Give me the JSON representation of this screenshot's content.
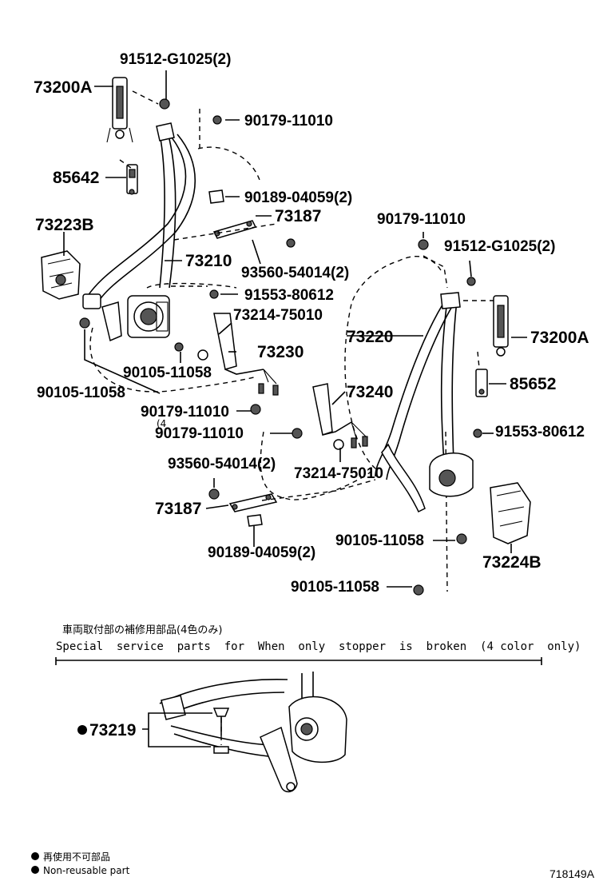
{
  "labels": {
    "p73200A_left": "73200A",
    "p91512_left": "91512-G1025(2)",
    "p90179_top_left": "90179-11010",
    "p85642": "85642",
    "p90189_top": "90189-04059(2)",
    "p73187_top": "73187",
    "p73223B": "73223B",
    "p73210": "73210",
    "p93560_top": "93560-54014(2)",
    "p91553_left": "91553-80612",
    "p73214_top": "73214-75010",
    "p73230": "73230",
    "p90105_left_a": "90105-11058",
    "p90105_left_b": "90105-11058",
    "p90179_mid_a": "90179-11010",
    "p90179_mid_a_sub": "(4",
    "p90179_mid_b": "90179-11010",
    "p73240": "73240",
    "p93560_bottom": "93560-54014(2)",
    "p73214_bottom": "73214-75010",
    "p73187_bottom": "73187",
    "p90189_bottom": "90189-04059(2)",
    "p90179_right": "90179-11010",
    "p91512_right": "91512-G1025(2)",
    "p73220": "73220",
    "p73200A_right": "73200A",
    "p85652": "85652",
    "p91553_right": "91553-80612",
    "p90105_right_a": "90105-11058",
    "p73224B": "73224B",
    "p90105_right_b": "90105-11058",
    "p73219": "73219"
  },
  "notes": {
    "japanese": "車両取付部の補修用部品(4色のみ)",
    "english": "Special  service  parts  for  When  only  stopper  is  broken  (4 color  only)"
  },
  "legend": {
    "jp": "再使用不可部品",
    "en": "Non-reusable part"
  },
  "diagram_id": "718149A",
  "icons": {
    "bullet": "filled-circle",
    "non_reusable_marker": "filled-circle"
  }
}
